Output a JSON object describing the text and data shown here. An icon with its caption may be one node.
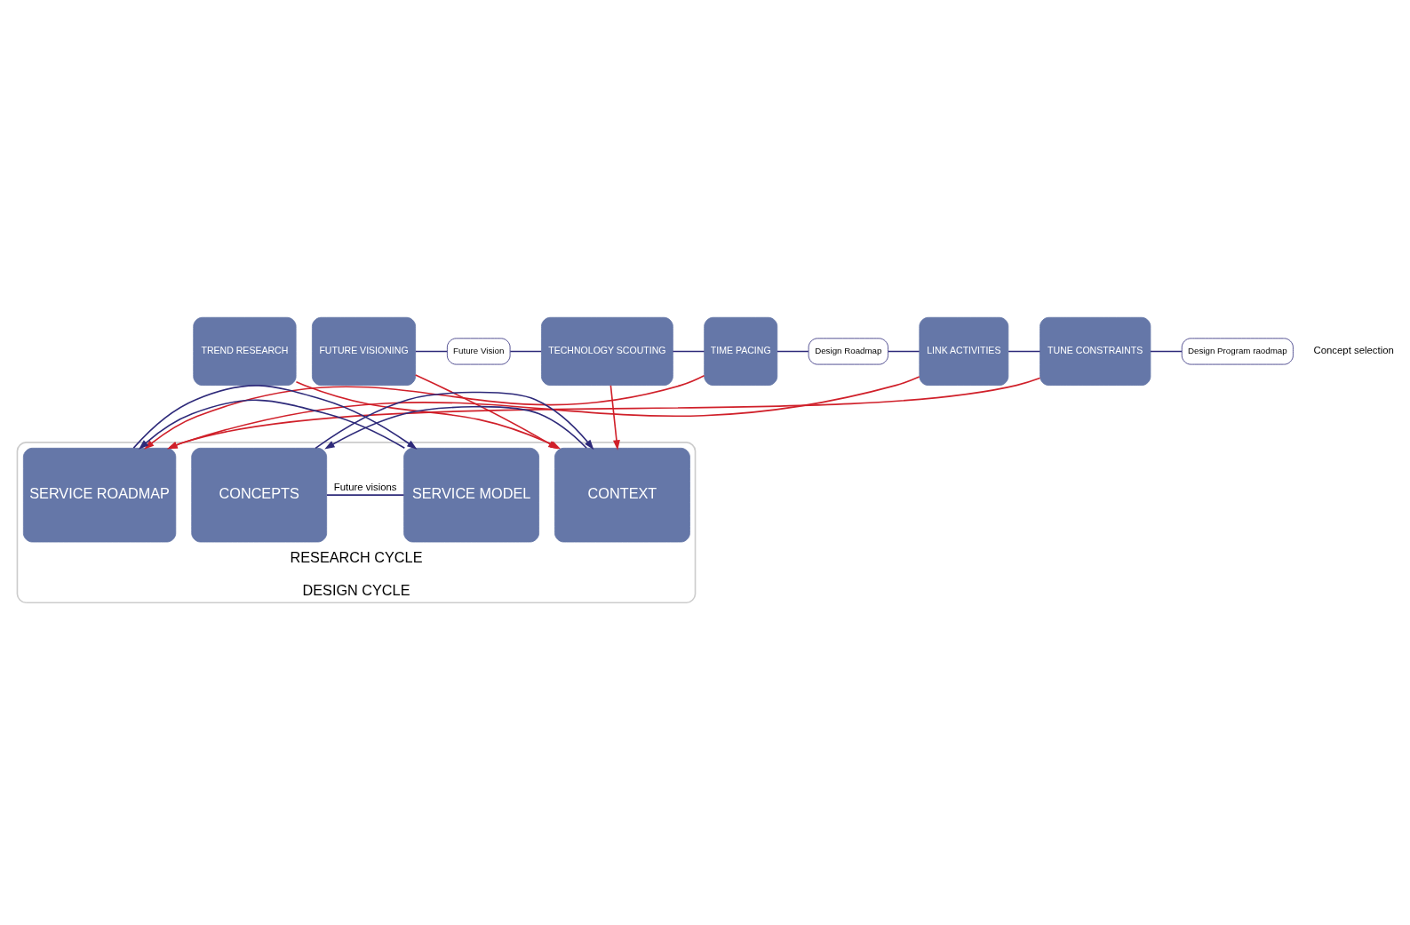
{
  "diagram": {
    "nodes": [
      {
        "text": [
          "TREND RESEARCH"
        ]
      },
      {
        "text": [
          "FUTURE VISIONING"
        ]
      },
      {
        "text": [
          "Future Vision"
        ]
      },
      {
        "text": [
          "TECHNOLOGY SCOUTING"
        ]
      },
      {
        "text": [
          "TIME PACING"
        ]
      },
      {
        "text": [
          "Design Roadmap"
        ]
      },
      {
        "text": [
          "LINK ACTIVITIES"
        ]
      },
      {
        "text": [
          "TUNE CONSTRAINTS"
        ]
      },
      {
        "text": [
          "Design Program raodmap"
        ]
      },
      {
        "text": [
          "RESEARCH CYCLE",
          "DESIGN CYCLE"
        ]
      },
      {
        "text": [
          "CONTEXT"
        ],
        "in": 9
      },
      {
        "text": [
          "CONCEPTS"
        ],
        "in": 9
      },
      {
        "text": [
          "SERVICE MODEL"
        ],
        "in": 9
      },
      {
        "text": [
          "SERVICE ROADMAP"
        ],
        "in": 9
      }
    ],
    "edges": [
      {
        "from": 1,
        "to": 2,
        "arrow": "none"
      },
      {
        "from": 2,
        "to": 3,
        "arrow": "none"
      },
      {
        "from": 3,
        "to": 4,
        "arrow": "none"
      },
      {
        "from": 4,
        "to": 5,
        "arrow": "none"
      },
      {
        "from": 5,
        "to": 6,
        "arrow": "none"
      },
      {
        "from": 6,
        "to": 7,
        "arrow": "none"
      },
      {
        "from": 7,
        "to": 8,
        "arrow": "none"
      },
      {
        "from": 0,
        "to": 10,
        "arrow": "to",
        "color": "#d0202a"
      },
      {
        "from": 1,
        "to": 10,
        "arrow": "to",
        "color": "#d0202a"
      },
      {
        "from": 3,
        "to": 10,
        "arrow": "to",
        "color": "#d0202a"
      },
      {
        "from": 4,
        "to": 13,
        "arrow": "to",
        "color": "#d0202a"
      },
      {
        "from": 6,
        "to": 13,
        "arrow": "to",
        "color": "#d0202a"
      },
      {
        "from": 7,
        "to": 13,
        "arrow": "to",
        "color": "#d0202a"
      },
      {
        "from": 10,
        "to": 11,
        "arrow": "to"
      },
      {
        "from": 11,
        "to": 10,
        "arrow": "to"
      },
      {
        "from": 12,
        "to": 13,
        "arrow": "to"
      },
      {
        "from": 13,
        "to": 12,
        "arrow": "to"
      },
      {
        "from": 11,
        "to": 12,
        "label": "Future visions",
        "arrow": "none"
      }
    ],
    "labels": [
      "Concept selection"
    ]
  }
}
